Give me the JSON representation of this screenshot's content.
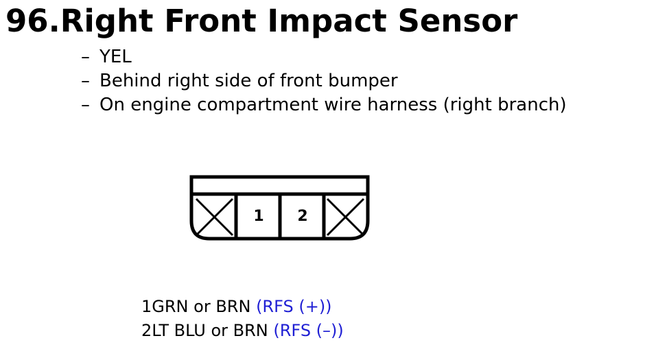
{
  "title": "96.Right Front Impact Sensor",
  "details": [
    {
      "dash": "–",
      "text": "YEL"
    },
    {
      "dash": "–",
      "text": "Behind right side of front bumper"
    },
    {
      "dash": "–",
      "text": "On engine compartment wire harness (right branch)"
    }
  ],
  "connector": {
    "pins": [
      {
        "label": "",
        "type": "unused"
      },
      {
        "label": "1",
        "type": "terminal"
      },
      {
        "label": "2",
        "type": "terminal"
      },
      {
        "label": "",
        "type": "unused"
      }
    ]
  },
  "wires": [
    {
      "terminal": "1",
      "color": "GRN or BRN",
      "function": "(RFS (+))"
    },
    {
      "terminal": "2",
      "color": "LT BLU or BRN",
      "function": "(RFS (–))"
    }
  ],
  "colors": {
    "text": "#000000",
    "function_text": "#1f1fd4",
    "background": "#ffffff"
  }
}
